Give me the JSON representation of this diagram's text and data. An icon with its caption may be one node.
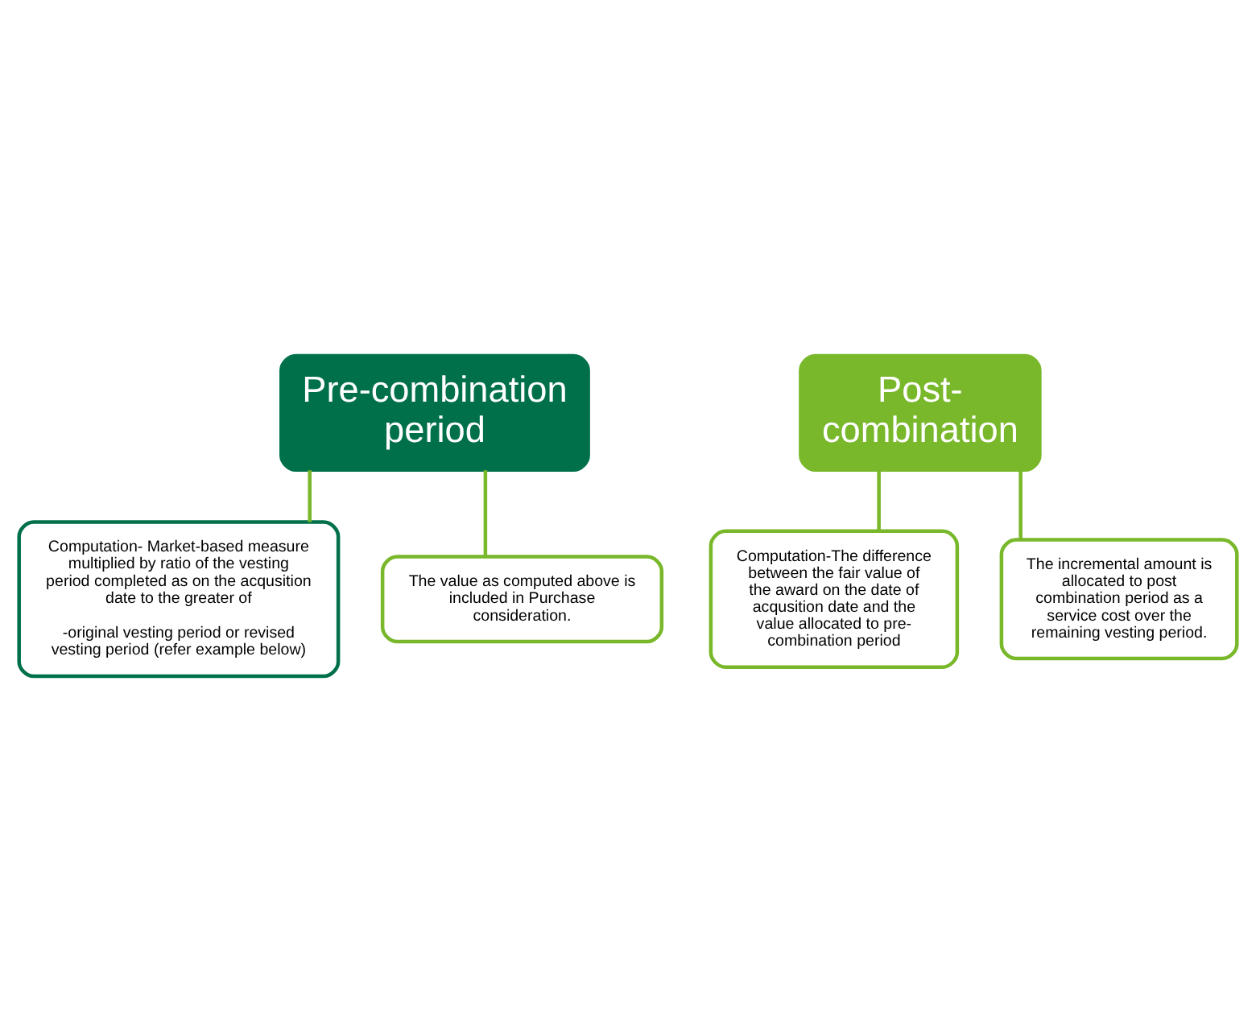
{
  "diagram": {
    "nodes": [
      {
        "text": [
          "Pre-combination period"
        ]
      },
      {
        "text": [
          "Computation- Market-based measure multiplied by ratio of the vesting period completed as on the acqusition date to the greater of",
          "-original vesting period or revised vesting period (refer example below)"
        ]
      },
      {
        "text": [
          "The value as computed above is included in Purchase consideration."
        ]
      },
      {
        "text": [
          "Post- combination"
        ]
      },
      {
        "text": [
          "Computation-The difference between the fair value of the award on the date of acqusition date and the value allocated to pre-combination period"
        ]
      },
      {
        "text": [
          "The incremental amount is allocated to post combination period as a service cost over the remaining vesting period."
        ]
      }
    ],
    "edges": [
      {
        "from": 0,
        "to": 1,
        "arrow": "none"
      },
      {
        "from": 0,
        "to": 2,
        "arrow": "none"
      },
      {
        "from": 3,
        "to": 4,
        "arrow": "none"
      },
      {
        "from": 3,
        "to": 5,
        "arrow": "none"
      }
    ]
  }
}
